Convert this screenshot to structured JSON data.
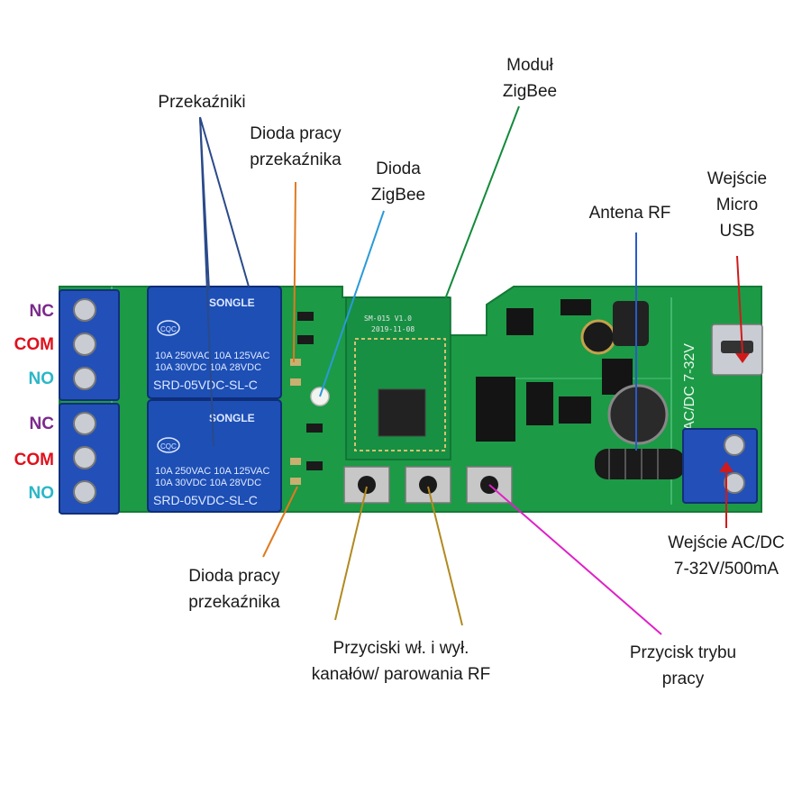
{
  "labels": {
    "relays": "Przekaźniki",
    "relay_led_top": [
      "Dioda pracy",
      "przekaźnika"
    ],
    "zigbee_led": [
      "Dioda",
      "ZigBee"
    ],
    "zigbee_module": [
      "Moduł",
      "ZigBee"
    ],
    "antenna": "Antena RF",
    "micro_usb": [
      "Wejście",
      "Micro",
      "USB"
    ],
    "power_input": [
      "Wejście AC/DC",
      "7-32V/500mA"
    ],
    "relay_led_bottom": [
      "Dioda pracy",
      "przekaźnika"
    ],
    "buttons": [
      "Przyciski wł. i wył.",
      "kanałów/ parowania RF"
    ],
    "mode_button": [
      "Przycisk trybu",
      "pracy"
    ]
  },
  "terminals": {
    "upper": [
      "NC",
      "COM",
      "NO"
    ],
    "lower": [
      "NC",
      "COM",
      "NO"
    ]
  },
  "board_markings": {
    "relay_brand": "SONGLE",
    "relay_rating_1": "10A 250VAC  10A 125VAC",
    "relay_rating_2": "10A  30VDC  10A  28VDC",
    "relay_model": "SRD-05VDC-SL-C",
    "relay_cert": "CQC",
    "module_id": "SM-015 V1.0",
    "module_date": "2019-11-08",
    "power_marking": "AC/DC 7-32V"
  },
  "colors": {
    "pcb": "#1c9a46",
    "relay": "#1d4fb5",
    "terminal": "#2350b8",
    "nc": "#7a2a8c",
    "com": "#e0101c",
    "no": "#2ab7c8",
    "line_relays": "#2a4a8a",
    "line_led": "#e07a20",
    "line_zigbee_led": "#2a9ad8",
    "line_module": "#138a3a",
    "line_antenna": "#2a5ac8",
    "line_usb": "#d01a1a",
    "line_buttons": "#b08a20",
    "line_mode": "#e020c8"
  }
}
